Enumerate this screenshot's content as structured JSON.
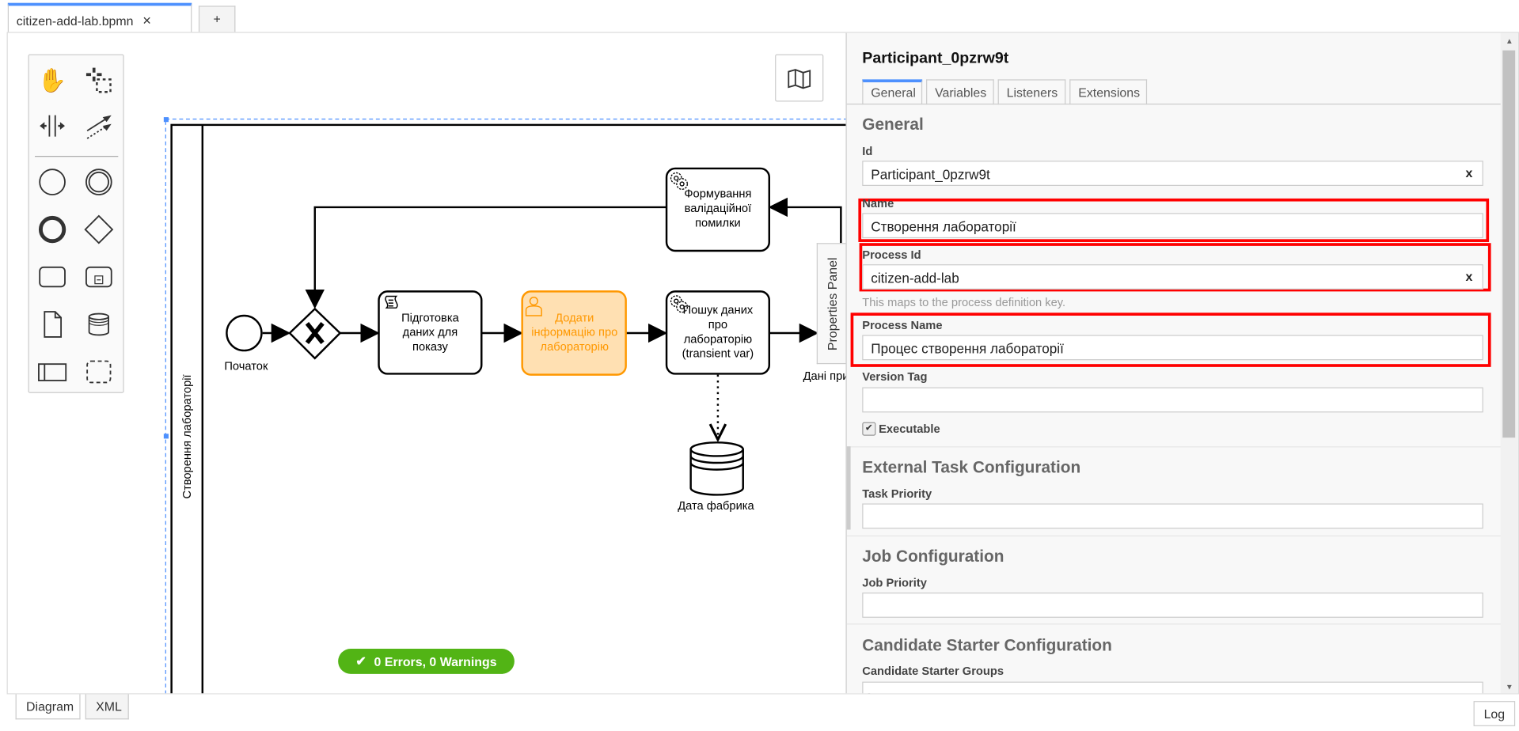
{
  "file_tabs": [
    {
      "label": "citizen-add-lab.bpmn",
      "close": "×",
      "active": true
    }
  ],
  "add_tab_label": "+",
  "palette": [
    "hand-tool",
    "lasso-tool",
    "space-tool",
    "global-connect-tool",
    "start-event",
    "intermediate-event",
    "end-event",
    "gateway",
    "task",
    "subprocess",
    "data-object",
    "data-store",
    "participant",
    "group"
  ],
  "diagram": {
    "lane_label": "Створення лабораторії",
    "start_label": "Початок",
    "task_prepare": [
      "Підготовка",
      "даних для",
      "показу"
    ],
    "task_add": [
      "Додати",
      "інформацію про",
      "лабораторію"
    ],
    "task_search": [
      "Пошук даних",
      "про",
      "лабораторію",
      "(transient var)"
    ],
    "task_error": [
      "Формування",
      "валідаційної",
      "помилки"
    ],
    "datastore_label": "Дата фабрика",
    "clipped_label": "Дані при",
    "user_task_color": "#ff9800"
  },
  "status": {
    "text": "0 Errors, 0 Warnings",
    "color": "#52b415"
  },
  "properties_toggle": "Properties Panel",
  "panel": {
    "title": "Participant_0pzrw9t",
    "tabs": [
      "General",
      "Variables",
      "Listeners",
      "Extensions"
    ],
    "active_tab": "General",
    "general_heading": "General",
    "id_label": "Id",
    "id_value": "Participant_0pzrw9t",
    "name_label": "Name",
    "name_value": "Створення лабораторії",
    "process_id_label": "Process Id",
    "process_id_value": "citizen-add-lab",
    "process_id_help": "This maps to the process definition key.",
    "process_name_label": "Process Name",
    "process_name_value": "Процес створення лабораторії",
    "version_tag_label": "Version Tag",
    "version_tag_value": "",
    "executable_label": "Executable",
    "executable_checked": true,
    "external_heading": "External Task Configuration",
    "task_priority_label": "Task Priority",
    "job_heading": "Job Configuration",
    "job_priority_label": "Job Priority",
    "candidate_heading": "Candidate Starter Configuration",
    "candidate_groups_label": "Candidate Starter Groups",
    "clear_symbol": "x"
  },
  "bottom_tabs": [
    "Diagram",
    "XML"
  ],
  "log_label": "Log"
}
